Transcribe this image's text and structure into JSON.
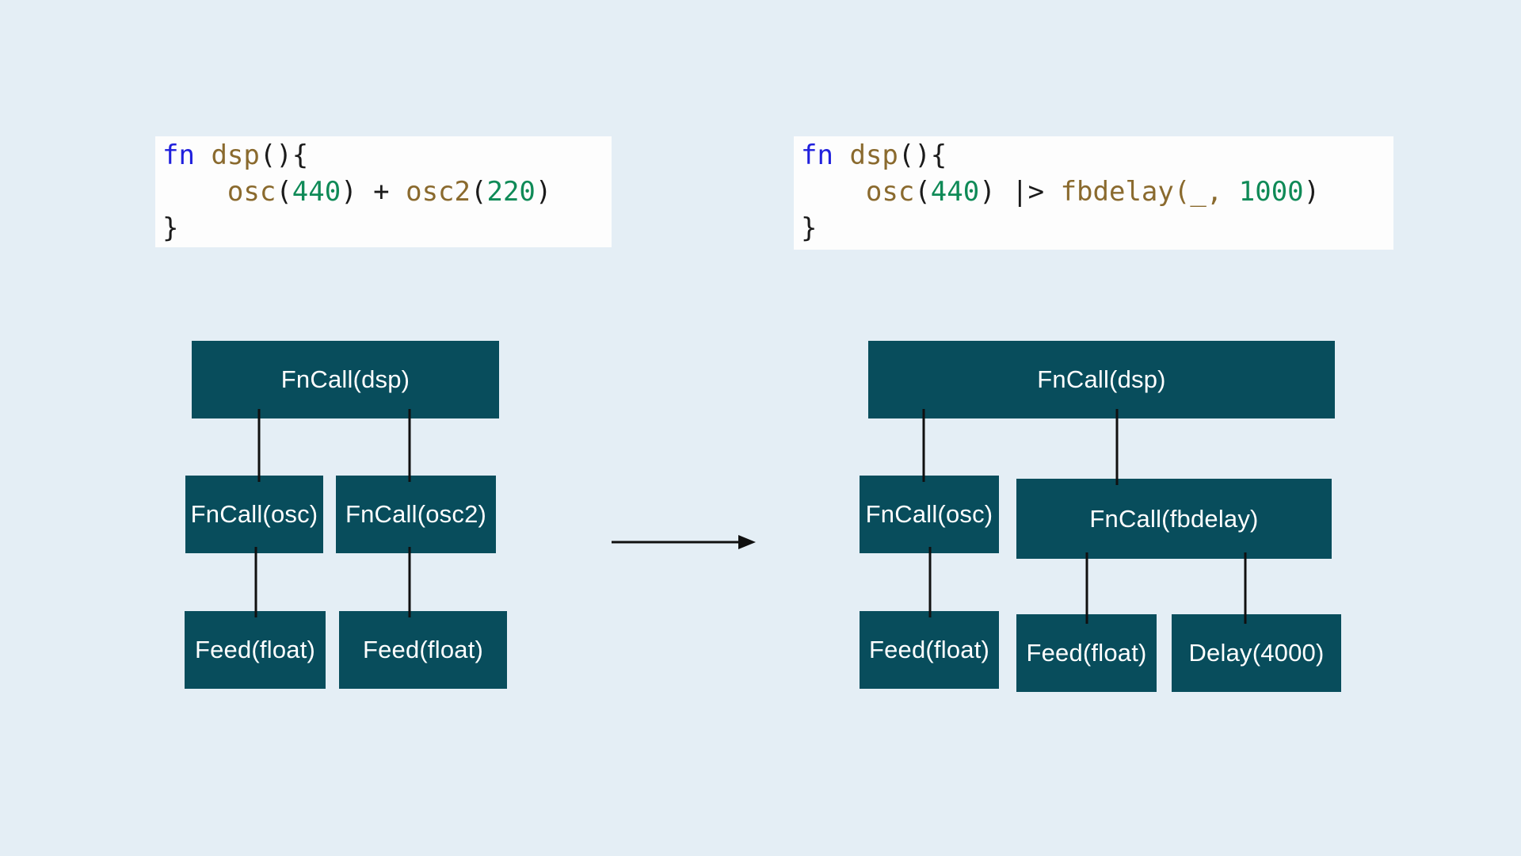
{
  "colors": {
    "bg": "#e4eef5",
    "code-bg": "#fdfdfd",
    "node-bg": "#084d5c",
    "node-text": "#ffffff",
    "line": "#101010",
    "kw": "#2020dd",
    "ident": "#8a6a2e",
    "num": "#0f8a57",
    "pun": "#1b1b1b"
  },
  "icons": {
    "transform_arrow": "right-arrow"
  },
  "code_blocks": {
    "left": {
      "lines": [
        {
          "segments": [
            {
              "type": "kw",
              "text": "fn"
            },
            {
              "type": "pun",
              "text": " "
            },
            {
              "type": "ident",
              "text": "dsp"
            },
            {
              "type": "pun",
              "text": "(){"
            }
          ]
        },
        {
          "segments": [
            {
              "type": "pun",
              "text": "    "
            },
            {
              "type": "ident",
              "text": "osc"
            },
            {
              "type": "pun",
              "text": "("
            },
            {
              "type": "num",
              "text": "440"
            },
            {
              "type": "pun",
              "text": ") + "
            },
            {
              "type": "ident",
              "text": "osc2"
            },
            {
              "type": "pun",
              "text": "("
            },
            {
              "type": "num",
              "text": "220"
            },
            {
              "type": "pun",
              "text": ")"
            }
          ]
        },
        {
          "segments": [
            {
              "type": "pun",
              "text": "}"
            }
          ]
        }
      ]
    },
    "right": {
      "lines": [
        {
          "segments": [
            {
              "type": "kw",
              "text": "fn"
            },
            {
              "type": "pun",
              "text": " "
            },
            {
              "type": "ident",
              "text": "dsp"
            },
            {
              "type": "pun",
              "text": "(){"
            }
          ]
        },
        {
          "segments": [
            {
              "type": "pun",
              "text": "    "
            },
            {
              "type": "ident",
              "text": "osc"
            },
            {
              "type": "pun",
              "text": "("
            },
            {
              "type": "num",
              "text": "440"
            },
            {
              "type": "pun",
              "text": ") |> "
            },
            {
              "type": "ident",
              "text": "fbdelay"
            },
            {
              "type": "ident",
              "text": "(_, "
            },
            {
              "type": "num",
              "text": "1000"
            },
            {
              "type": "pun",
              "text": ")"
            }
          ]
        },
        {
          "segments": [
            {
              "type": "pun",
              "text": "}"
            }
          ]
        }
      ]
    }
  },
  "trees": {
    "left": {
      "nodes": [
        {
          "id": "dsp",
          "label": "FnCall(dsp)"
        },
        {
          "id": "osc",
          "label": "FnCall(osc)"
        },
        {
          "id": "osc2",
          "label": "FnCall(osc2)"
        },
        {
          "id": "feed1",
          "label": "Feed(float)"
        },
        {
          "id": "feed2",
          "label": "Feed(float)"
        }
      ]
    },
    "right": {
      "nodes": [
        {
          "id": "dsp",
          "label": "FnCall(dsp)"
        },
        {
          "id": "osc",
          "label": "FnCall(osc)"
        },
        {
          "id": "fbdelay",
          "label": "FnCall(fbdelay)"
        },
        {
          "id": "feed1",
          "label": "Feed(float)"
        },
        {
          "id": "feed2",
          "label": "Feed(float)"
        },
        {
          "id": "delay",
          "label": "Delay(4000)"
        }
      ]
    }
  }
}
